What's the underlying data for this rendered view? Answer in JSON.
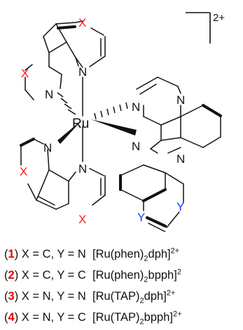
{
  "colors": {
    "x": "#ff1a1a",
    "y": "#1a3dff",
    "num": "#e60000",
    "bond": "#111111"
  },
  "scheme": {
    "charge": "2+",
    "metal": "Ru",
    "nitrogen": "N",
    "x_label": "X",
    "y_label": "Y"
  },
  "compounds": [
    {
      "number": "1",
      "x": "C",
      "y": "N",
      "ligand": "phen",
      "tail": "dph",
      "charge": "2+"
    },
    {
      "number": "2",
      "x": "C",
      "y": "C",
      "ligand": "phen",
      "tail": "bpph",
      "charge": "2"
    },
    {
      "number": "3",
      "x": "N",
      "y": "N",
      "ligand": "TAP",
      "tail": "dph",
      "charge": "2+"
    },
    {
      "number": "4",
      "x": "N",
      "y": "C",
      "ligand": "TAP",
      "tail": "bpph",
      "charge": "2+"
    }
  ],
  "legend_text": {
    "open": "(",
    "close": ")",
    "x_eq": "X = ",
    "y_eq": "Y = ",
    "sep": ", ",
    "complex_open": "[Ru(",
    "complex_mid": ")",
    "sub2": "2",
    "complex_close": "]"
  }
}
